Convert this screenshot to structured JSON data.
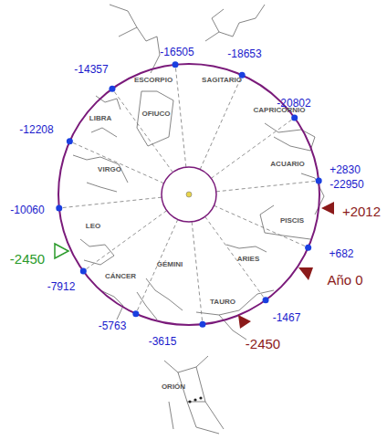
{
  "diagram": {
    "labels": [
      "ESCORPIO",
      "SAGITARIO",
      "OFIUCO",
      "LIBRA",
      "CAPRICORNIO",
      "VIRGO",
      "ACUARIO",
      "LEO",
      "PISCIS",
      "ARIES",
      "CÁNCER",
      "GÉMINI",
      "TAURO",
      "ORIÓN",
      "-16505",
      "-18653",
      "-14357",
      "-20802",
      "-12208",
      "-10060",
      "+2830",
      "-22950",
      "+682",
      "-7912",
      "-5763",
      "-1467",
      "-3615",
      "+2012",
      "Año 0",
      "-2450",
      "-2450"
    ]
  }
}
